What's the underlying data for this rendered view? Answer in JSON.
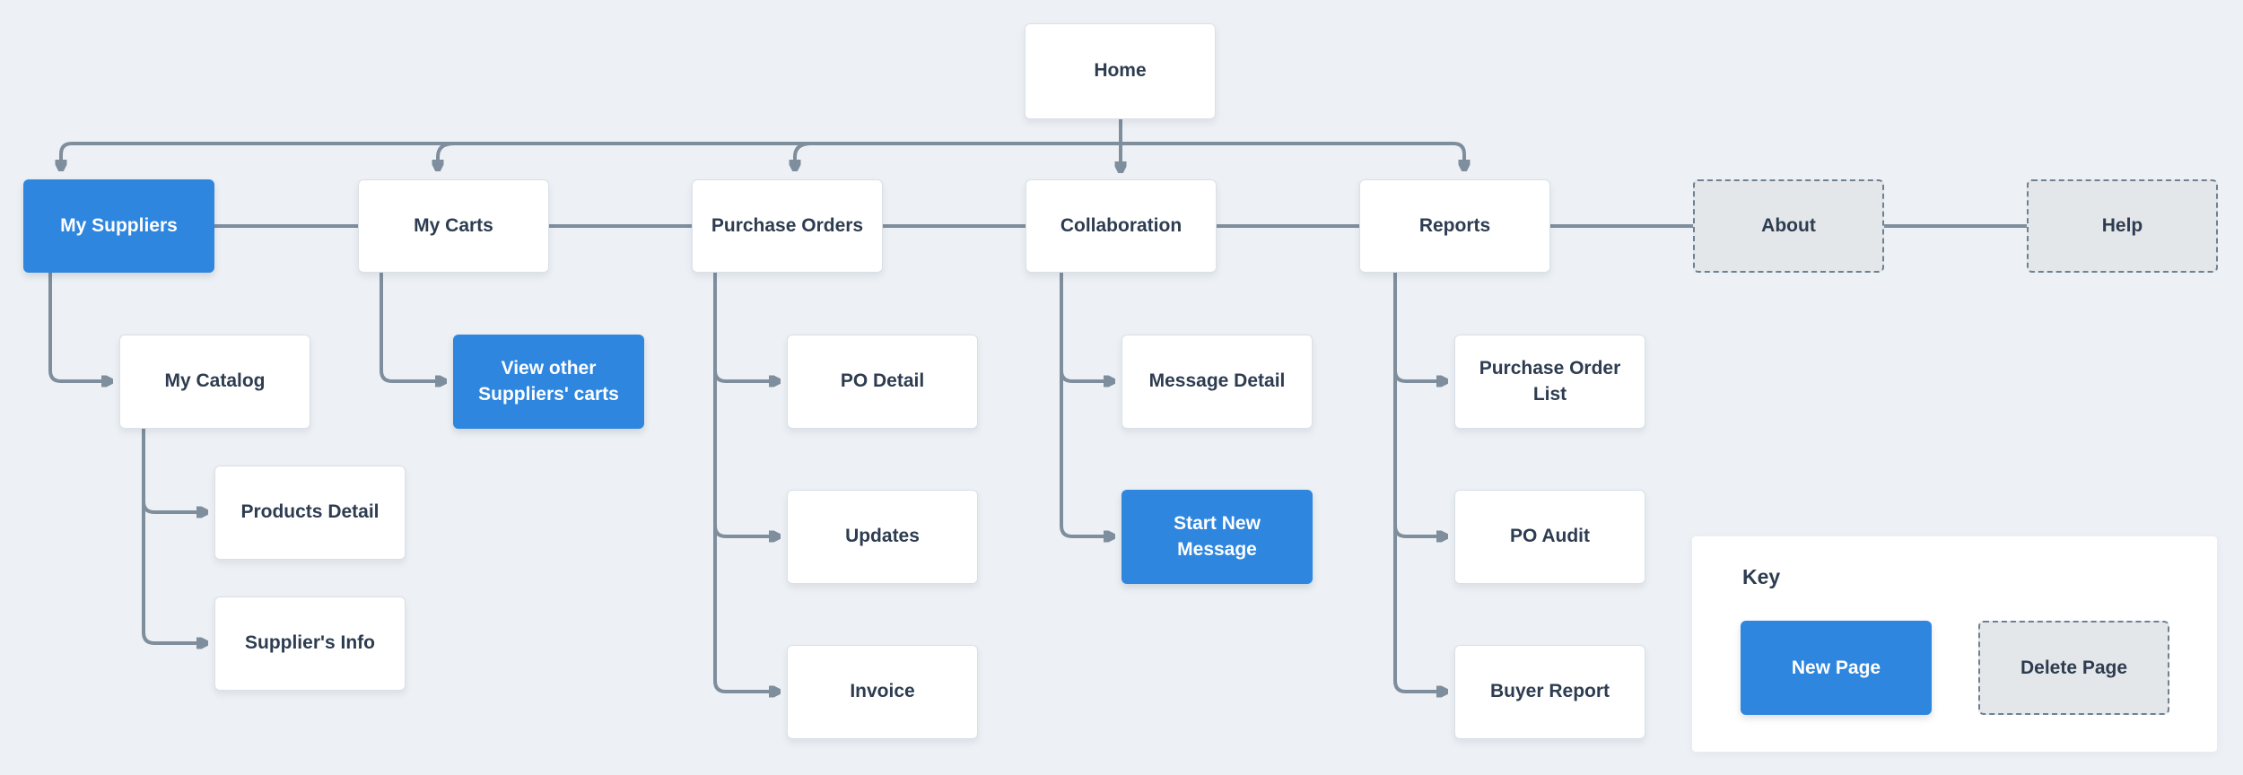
{
  "diagram_type": "sitemap-flowchart",
  "colors": {
    "background": "#edf1f5",
    "accent_blue": "#2e86de",
    "connector_gray": "#7f8e9d",
    "text_dark": "#2d3c50",
    "dashed_fill": "#e4e7ea",
    "dashed_border": "#6e8092",
    "box_border": "#d9e0e8"
  },
  "nodes": {
    "home": {
      "label": "Home",
      "style": "default"
    },
    "my_suppliers": {
      "label": "My Suppliers",
      "style": "highlight-blue"
    },
    "my_carts": {
      "label": "My Carts",
      "style": "default"
    },
    "purchase_orders": {
      "label": "Purchase Orders",
      "style": "default"
    },
    "collaboration": {
      "label": "Collaboration",
      "style": "default"
    },
    "reports": {
      "label": "Reports",
      "style": "default"
    },
    "about": {
      "label": "About",
      "style": "dashed-placeholder"
    },
    "help": {
      "label": "Help",
      "style": "dashed-placeholder"
    },
    "my_catalog": {
      "label": "My Catalog",
      "style": "default"
    },
    "view_other_carts": {
      "label": "View other Suppliers' carts",
      "style": "highlight-blue"
    },
    "po_detail": {
      "label": "PO Detail",
      "style": "default"
    },
    "message_detail": {
      "label": "Message Detail",
      "style": "default"
    },
    "po_list": {
      "label": "Purchase Order List",
      "style": "default"
    },
    "products_detail": {
      "label": "Products Detail",
      "style": "default"
    },
    "updates": {
      "label": "Updates",
      "style": "default"
    },
    "start_new_message": {
      "label": "Start New Message",
      "style": "highlight-blue"
    },
    "po_audit": {
      "label": "PO Audit",
      "style": "default"
    },
    "suppliers_info": {
      "label": "Supplier's Info",
      "style": "default"
    },
    "invoice": {
      "label": "Invoice",
      "style": "default"
    },
    "buyer_report": {
      "label": "Buyer Report",
      "style": "default"
    }
  },
  "edges": [
    {
      "from": "home",
      "to": "my_suppliers",
      "kind": "arrow"
    },
    {
      "from": "home",
      "to": "my_carts",
      "kind": "arrow"
    },
    {
      "from": "home",
      "to": "purchase_orders",
      "kind": "arrow"
    },
    {
      "from": "home",
      "to": "collaboration",
      "kind": "arrow"
    },
    {
      "from": "home",
      "to": "reports",
      "kind": "arrow"
    },
    {
      "from": "my_suppliers",
      "to": "my_carts",
      "kind": "sibling-line"
    },
    {
      "from": "my_carts",
      "to": "purchase_orders",
      "kind": "sibling-line"
    },
    {
      "from": "purchase_orders",
      "to": "collaboration",
      "kind": "sibling-line"
    },
    {
      "from": "collaboration",
      "to": "reports",
      "kind": "sibling-line"
    },
    {
      "from": "reports",
      "to": "about",
      "kind": "sibling-line"
    },
    {
      "from": "about",
      "to": "help",
      "kind": "sibling-line"
    },
    {
      "from": "my_suppliers",
      "to": "my_catalog",
      "kind": "arrow"
    },
    {
      "from": "my_catalog",
      "to": "products_detail",
      "kind": "arrow"
    },
    {
      "from": "my_catalog",
      "to": "suppliers_info",
      "kind": "arrow"
    },
    {
      "from": "my_carts",
      "to": "view_other_carts",
      "kind": "arrow"
    },
    {
      "from": "purchase_orders",
      "to": "po_detail",
      "kind": "arrow"
    },
    {
      "from": "purchase_orders",
      "to": "updates",
      "kind": "arrow"
    },
    {
      "from": "purchase_orders",
      "to": "invoice",
      "kind": "arrow"
    },
    {
      "from": "collaboration",
      "to": "message_detail",
      "kind": "arrow"
    },
    {
      "from": "collaboration",
      "to": "start_new_message",
      "kind": "arrow"
    },
    {
      "from": "reports",
      "to": "po_list",
      "kind": "arrow"
    },
    {
      "from": "reports",
      "to": "po_audit",
      "kind": "arrow"
    },
    {
      "from": "reports",
      "to": "buyer_report",
      "kind": "arrow"
    }
  ],
  "key": {
    "title": "Key",
    "new_page_label": "New Page",
    "delete_page_label": "Delete Page"
  }
}
